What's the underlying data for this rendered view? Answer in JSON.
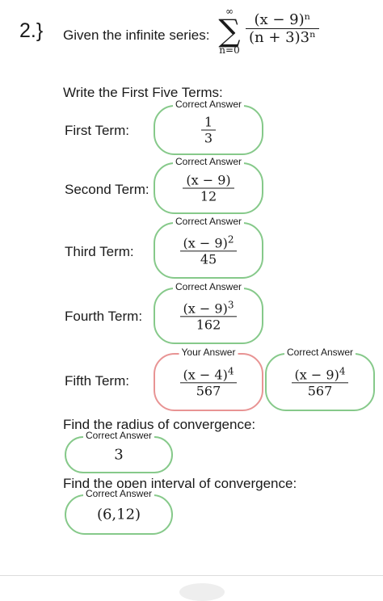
{
  "question": {
    "number": "2.}",
    "prompt": "Given the infinite series:",
    "series": {
      "upper": "∞",
      "symbol": "∑",
      "lower": "n=0",
      "numerator": "(x − 9)ⁿ",
      "denominator": "(n + 3)3ⁿ"
    }
  },
  "terms_heading": "Write the First Five Terms:",
  "terms": [
    {
      "label": "First Term:",
      "tag": "Correct Answer",
      "num": "1",
      "den": "3"
    },
    {
      "label": "Second Term:",
      "tag": "Correct Answer",
      "num": "(x − 9)",
      "den": "12"
    },
    {
      "label": "Third Term:",
      "tag": "Correct Answer",
      "num_base": "(x − 9)",
      "num_exp": "2",
      "den": "45"
    },
    {
      "label": "Fourth Term:",
      "tag": "Correct Answer",
      "num_base": "(x − 9)",
      "num_exp": "3",
      "den": "162"
    },
    {
      "label": "Fifth Term:",
      "tag": "Your Answer",
      "num_base": "(x − 4)",
      "num_exp": "4",
      "den": "567"
    }
  ],
  "fifth_correct": {
    "tag": "Correct Answer",
    "num_base": "(x − 9)",
    "num_exp": "4",
    "den": "567"
  },
  "radius": {
    "heading": "Find the radius of convergence:",
    "tag": "Correct Answer",
    "value": "3"
  },
  "interval": {
    "heading": "Find the open interval of convergence:",
    "tag": "Correct Answer",
    "value": "(6,12)"
  },
  "colors": {
    "correct": "#86c98a",
    "wrong": "#e89494"
  }
}
